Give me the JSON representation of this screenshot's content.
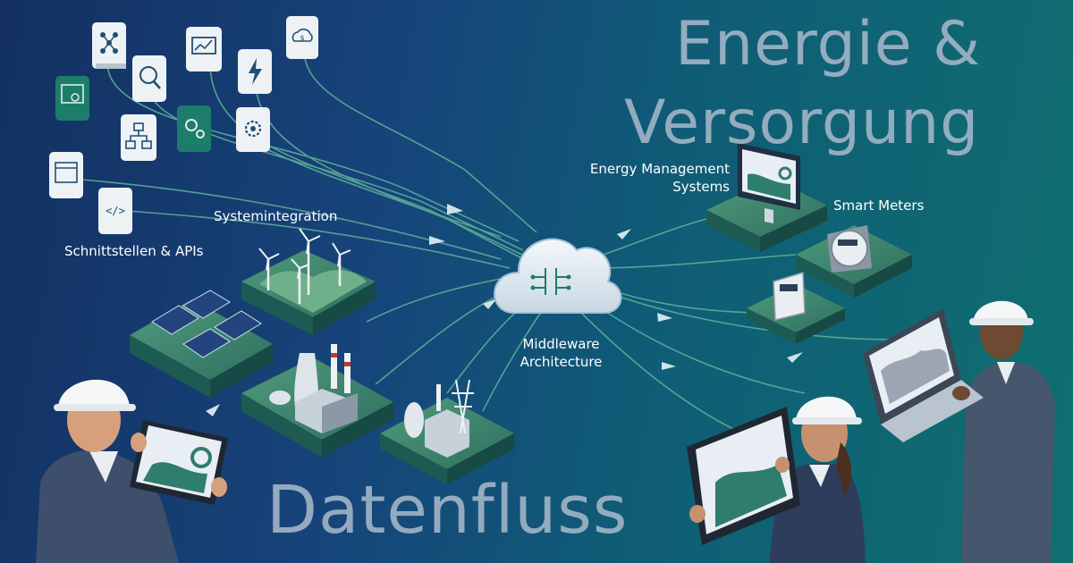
{
  "headline": {
    "line1": "Energie &",
    "line2": "Versorgung"
  },
  "footer_title": "Datenfluss",
  "labels": {
    "apis": "Schnittstellen & APIs",
    "integration": "Systemintegration",
    "ems_line1": "Energy Management",
    "ems_line2": "Systems",
    "smart_meters": "Smart Meters",
    "middleware_line1": "Middleware",
    "middleware_line2": "Architecture"
  },
  "icons": [
    "network-icon",
    "analytics-search-icon",
    "monitor-chart-icon",
    "lightning-icon",
    "cloud-dollar-icon",
    "browser-settings-icon",
    "hierarchy-icon",
    "gears-icon",
    "gear-icon",
    "window-icon",
    "code-icon"
  ],
  "colors": {
    "accent_teal": "#1e7c6a",
    "line": "#5fb39a",
    "text": "#ffffff",
    "headline": "#9fb3c6"
  }
}
